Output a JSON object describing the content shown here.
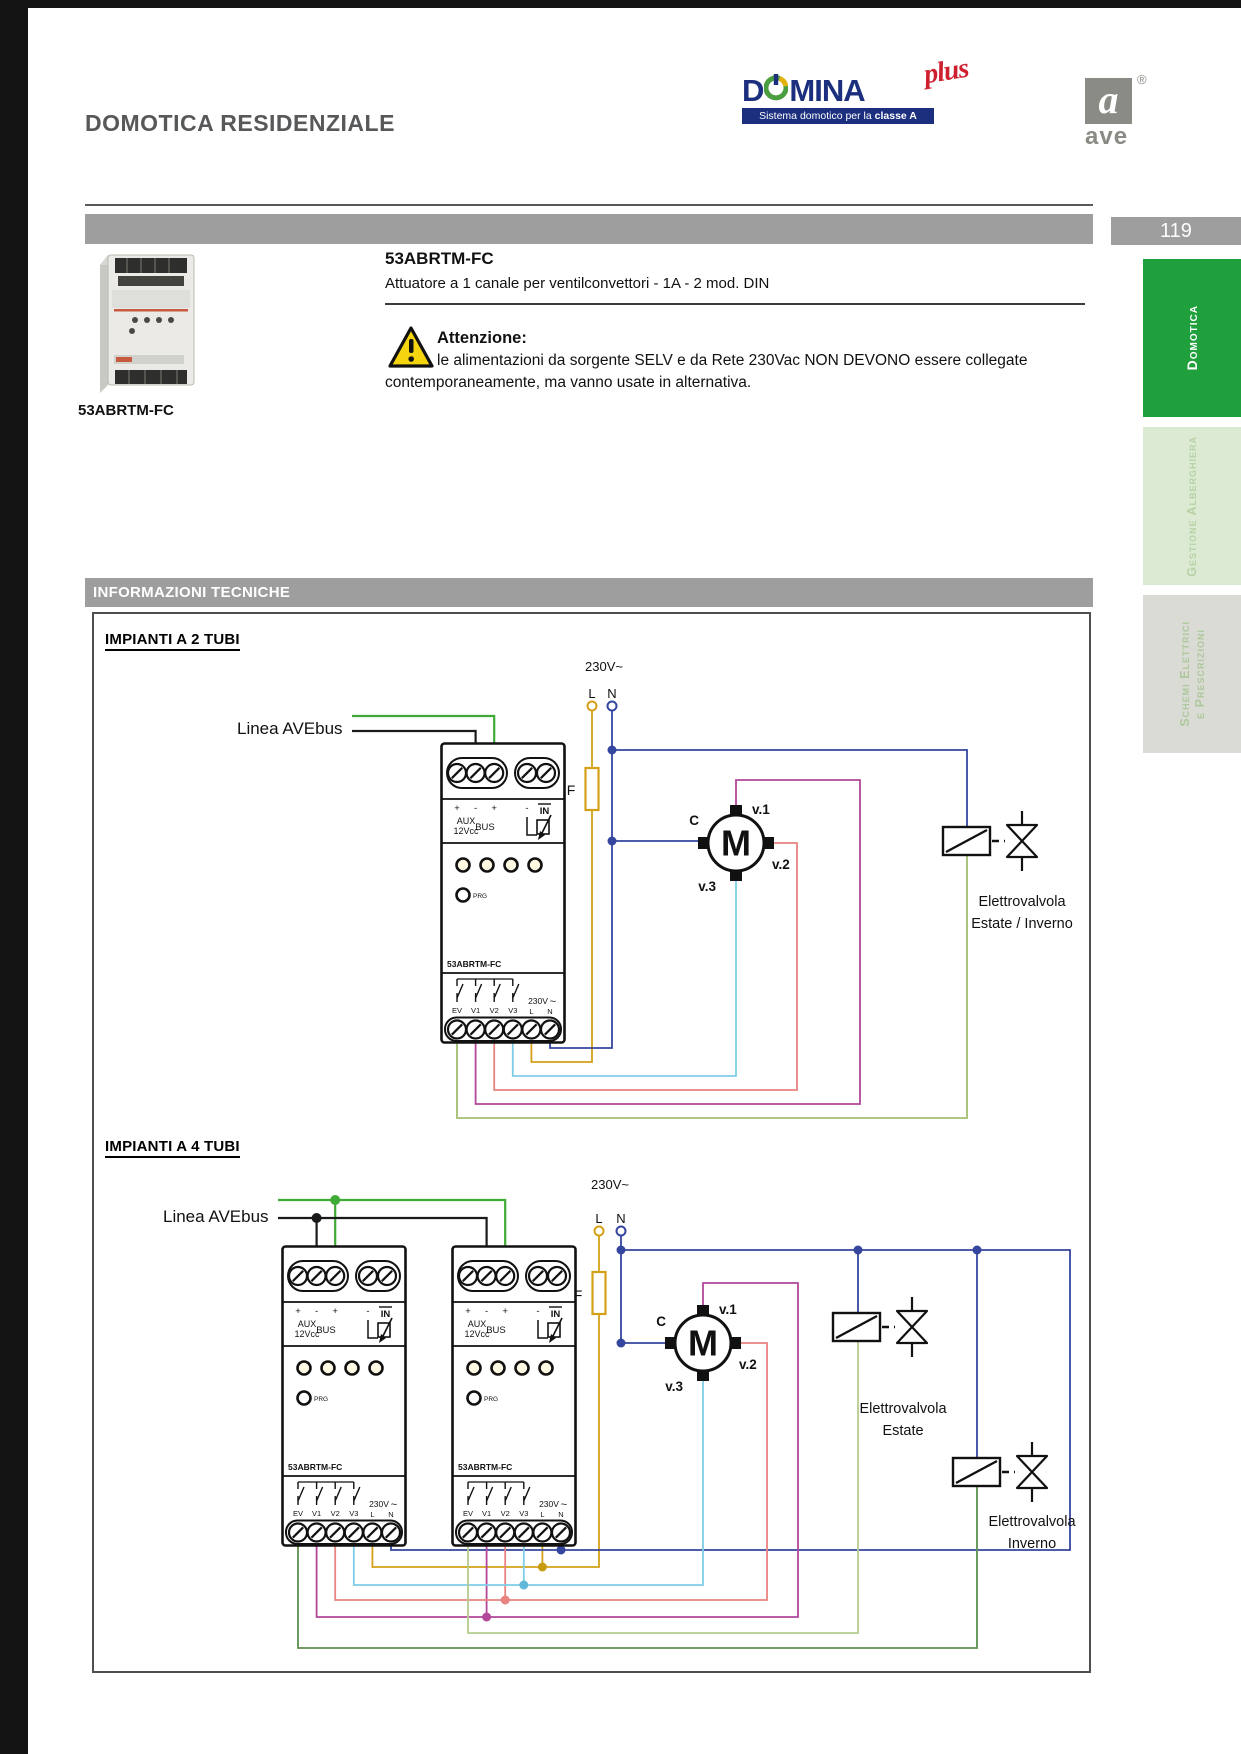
{
  "page": {
    "section_title": "DOMOTICA RESIDENZIALE",
    "page_number": "119"
  },
  "logos": {
    "domina_name_d": "D",
    "domina_name_rest": "MINA",
    "domina_plus": "plus",
    "domina_tagline": "Sistema domotico per la ",
    "domina_tagline_bold": "classe A",
    "ave_letter": "a",
    "ave_name": "ave",
    "ave_reg": "®"
  },
  "sidebar": {
    "tab1": "Domotica",
    "tab2": "Gestione Alberghiera",
    "tab3_line1": "Schemi Elettrici",
    "tab3_line2": "e Prescrizioni"
  },
  "product": {
    "code": "53ABRTM-FC",
    "photo_caption": "53ABRTM-FC",
    "description": "Attuatore a 1 canale per ventilconvettori - 1A - 2 mod. DIN",
    "warning_title": "Attenzione:",
    "warning_line1": "le alimentazioni da sorgente SELV e da Rete 230Vac NON DEVONO essere collegate",
    "warning_line2": "contemporaneamente, ma vanno usate in alternativa."
  },
  "tech_info": {
    "header": "INFORMAZIONI TECNICHE",
    "diagram1_title": "IMPIANTI A 2 TUBI",
    "diagram2_title": "IMPIANTI A 4 TUBI"
  },
  "diagram": {
    "voltage": "230V~",
    "l": "L",
    "n": "N",
    "fuse": "F",
    "bus": "Linea AVEbus",
    "motor": "M",
    "c": "C",
    "v1": "v.1",
    "v2": "v.2",
    "v3": "v.3",
    "valve1_line1": "Elettrovalvola",
    "valve1_line2": "Estate / Inverno",
    "valve2_line1": "Elettrovalvola",
    "valve2_line2": "Estate",
    "valve3_line1": "Elettrovalvola",
    "valve3_line2": "Inverno"
  },
  "module": {
    "plus": "+",
    "minus": "-",
    "aux": "AUX",
    "aux2": "12Vcc",
    "bus": "BUS",
    "in": "IN",
    "led": "PRG",
    "code": "53ABRTM-FC",
    "t_ev": "EV",
    "t_v1": "V1",
    "t_v2": "V2",
    "t_v3": "V3",
    "t_230": "230V",
    "t_tilde": "~",
    "t_l": "L",
    "t_n": "N"
  },
  "colors": {
    "accent_green": "#1fa03c",
    "tab2_bg": "#dcead3",
    "tab2_text": "#b7d2a5",
    "tab3_bg": "#dbdbd6",
    "tab3_text": "#adc89c",
    "bar_gray": "#9e9e9e",
    "avebus": "#3faa35",
    "black_bus": "#1a1a1a",
    "line_l": "#d4a017",
    "line_n": "#35469e",
    "wire_v1": "#b3479a",
    "wire_v2": "#e8837f",
    "wire_v3": "#7ecde8",
    "wire_ev1": "#a3bf6e",
    "wire_ev_estate": "#b5cc8e",
    "wire_ev_inverno": "#5d8f4c",
    "warning_yellow": "#f5d410",
    "domina_blue": "#1b2f7e"
  }
}
